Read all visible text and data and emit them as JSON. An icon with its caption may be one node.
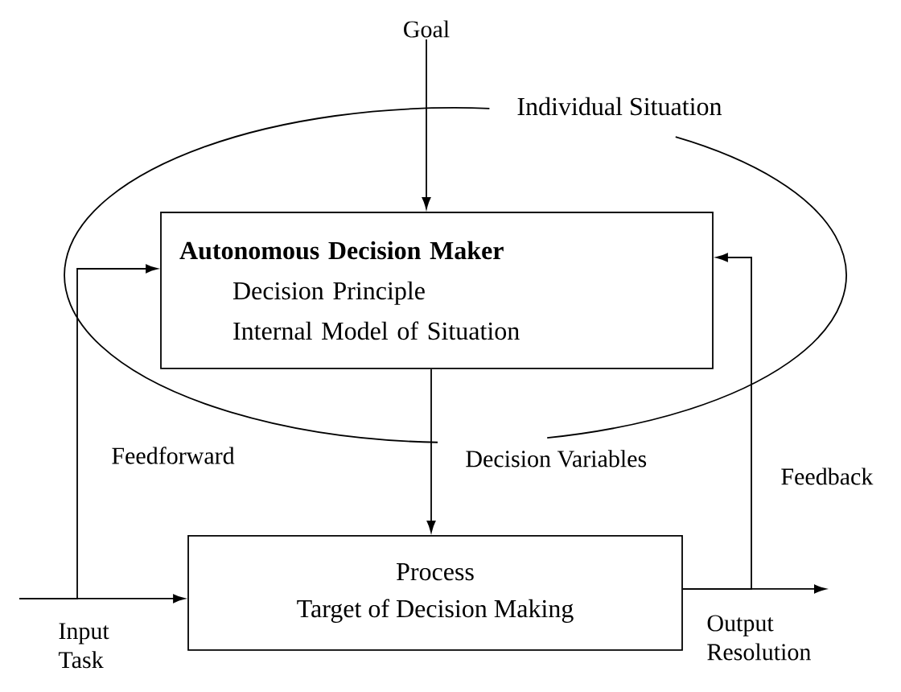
{
  "diagram": {
    "nodes": [
      {
        "text": [
          "Goal"
        ]
      },
      {
        "text": [
          "Individual Situation"
        ]
      },
      {
        "text": [
          "Autonomous Decision Maker",
          "Decision Principle",
          "Internal Model of Situation"
        ],
        "in": 1
      },
      {
        "text": [
          "Process",
          "Target of Decision Making"
        ]
      }
    ],
    "edges": [
      {
        "from": 0,
        "to": 2,
        "arrow": "to"
      },
      {
        "from": 2,
        "to": 3,
        "arrow": "to",
        "label": "Decision Variables"
      },
      {
        "from": null,
        "to": 3,
        "arrow": "to",
        "label": "Input Task"
      },
      {
        "from": null,
        "to": 2,
        "arrow": "to",
        "label": "Feedforward"
      },
      {
        "from": 3,
        "to": null,
        "arrow": "to",
        "label": "Output Resolution"
      },
      {
        "from": 3,
        "to": 2,
        "arrow": "to",
        "label": "Feedback"
      }
    ]
  }
}
